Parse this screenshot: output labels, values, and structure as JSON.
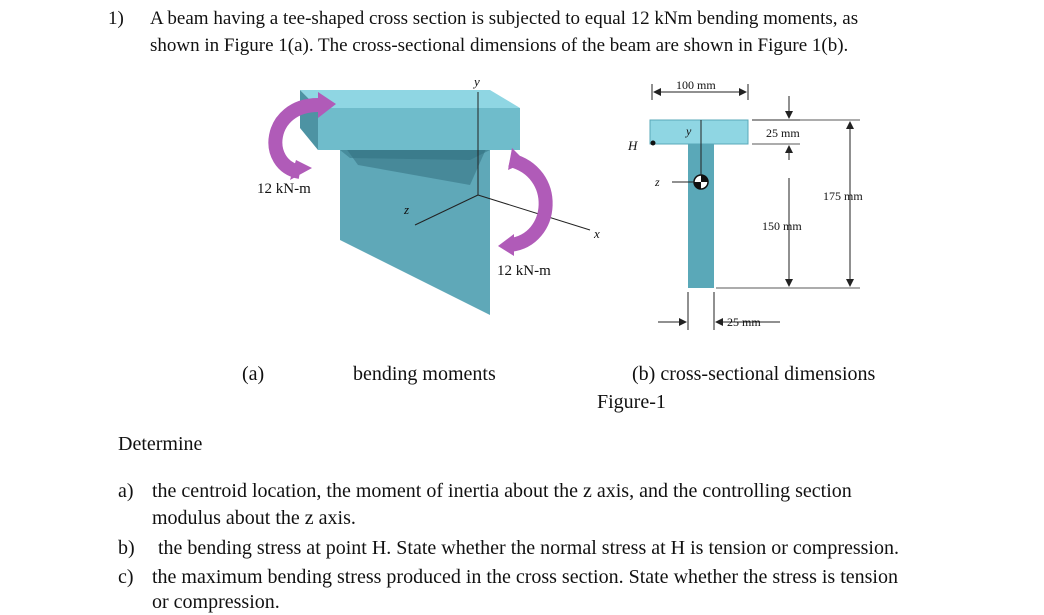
{
  "problem": {
    "number": "1)",
    "line1": "A beam having a tee-shaped cross section is subjected to equal 12 kNm bending moments, as",
    "line2": "shown in Figure 1(a). The cross-sectional dimensions of the beam are shown in Figure 1(b)."
  },
  "figure_a": {
    "moment_left_label": "12 kN-m",
    "moment_right_label": "12 kN-m",
    "axis_y": "y",
    "axis_z": "z",
    "axis_x": "x",
    "caption_letter": "(a)",
    "caption_text": "bending moments"
  },
  "figure_b": {
    "dim_width": "100 mm",
    "dim_flange": "25 mm",
    "dim_total": "175 mm",
    "dim_web_height": "150 mm",
    "dim_web_width": "25 mm",
    "point_h": "H",
    "axis_y": "y",
    "axis_z": "z",
    "caption": "(b) cross-sectional dimensions"
  },
  "figure_label": "Figure-1",
  "determine": "Determine",
  "parts": [
    {
      "letter": "a)",
      "line1": "the centroid location, the moment of inertia about the z axis, and the controlling section",
      "line2": "modulus about the z axis."
    },
    {
      "letter": "b)",
      "line1": "the bending stress at point H. State whether the normal stress at H is tension or compression."
    },
    {
      "letter": "c)",
      "line1": "the maximum bending stress produced in the cross section. State whether the stress is tension",
      "line2": "or compression."
    }
  ],
  "colors": {
    "beam_top": "#8fd6e3",
    "beam_front": "#5fa8b8",
    "beam_side": "#3f7f8f",
    "moment_arrow": "#b05bb8",
    "section_fill": "#5aa8b8"
  }
}
